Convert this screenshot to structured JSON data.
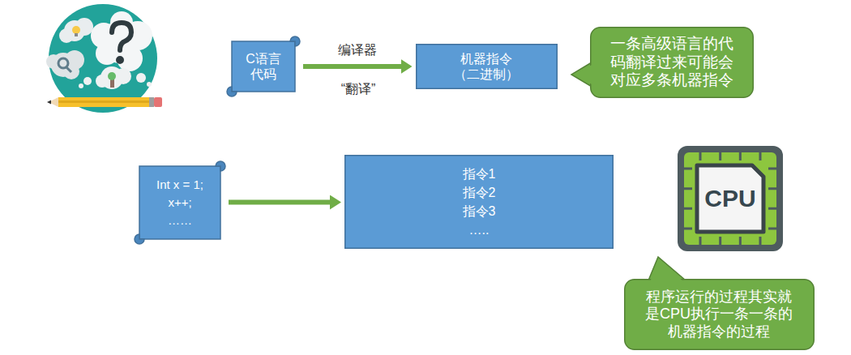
{
  "diagram": {
    "nodes": [
      {
        "text": [
          "C语言 代码"
        ]
      },
      {
        "text": [
          "机器指令 （二进制）"
        ]
      },
      {
        "text": [
          "一条高级语言的代码翻译过来可能会对应多条机器指令"
        ]
      },
      {
        "text": [
          "Int x = 1;",
          "x++;",
          "……"
        ]
      },
      {
        "text": [
          "指令1",
          "指令2",
          "指令3",
          "….."
        ]
      },
      {
        "text": [
          "CPU"
        ]
      },
      {
        "text": [
          "程序运行的过程其实就是CPU执行一条一条的机器指令的过程"
        ]
      }
    ],
    "edges": [
      {
        "from": 0,
        "to": 1,
        "arrow": "to",
        "label": "编译器"
      },
      {
        "from": 3,
        "to": 4,
        "arrow": "to"
      }
    ],
    "labels": [
      "“翻译”"
    ]
  }
}
